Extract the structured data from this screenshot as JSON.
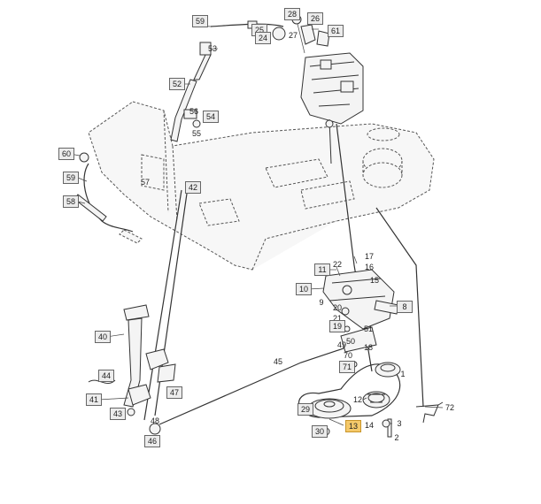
{
  "diagram": {
    "callouts": {
      "c59a": "59",
      "c28": "28",
      "c26": "26",
      "c25": "25",
      "c27": "27",
      "c24": "24",
      "c61": "61",
      "c53": "53",
      "c52": "52",
      "c56": "56",
      "c54": "54",
      "c55": "55",
      "c60": "60",
      "c59b": "59",
      "c57": "57",
      "c42": "42",
      "c58": "58",
      "c22": "22",
      "c17": "17",
      "c11": "11",
      "c16": "16",
      "c15": "15",
      "c10": "10",
      "c9": "9",
      "c8": "8",
      "c20": "20",
      "c21": "21",
      "c19": "19",
      "c51": "51",
      "c49": "49",
      "c50": "50",
      "c18": "18",
      "c70": "70",
      "c71": "71",
      "c1": "1",
      "c40": "40",
      "c41": "41",
      "c45": "45",
      "c44": "44",
      "c47": "47",
      "c43": "43",
      "c48": "48",
      "c46": "46",
      "c29": "29",
      "c12": "12",
      "c30": "30",
      "c13": "13",
      "c14": "14",
      "c3": "3",
      "c2": "2",
      "c72": "72"
    }
  }
}
